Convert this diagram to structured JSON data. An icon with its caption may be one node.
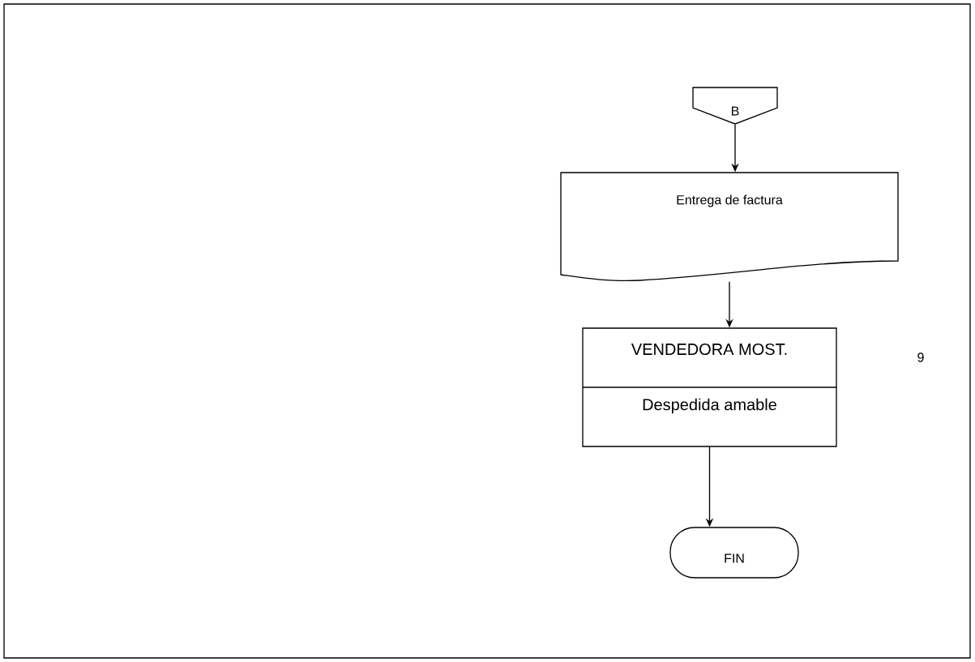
{
  "diagram": {
    "nodes": [
      {
        "text": [
          "B"
        ]
      },
      {
        "text": [
          "Entrega de factura"
        ]
      },
      {
        "text": [
          "VENDEDORA MOST.",
          "Despedida amable"
        ]
      },
      {
        "text": [
          "FIN"
        ]
      }
    ],
    "edges": [
      {
        "from": 0,
        "to": 1,
        "arrow": "to"
      },
      {
        "from": 1,
        "to": 2,
        "arrow": "to"
      },
      {
        "from": 2,
        "to": 3,
        "arrow": "to"
      }
    ],
    "labels": [
      "9"
    ]
  }
}
